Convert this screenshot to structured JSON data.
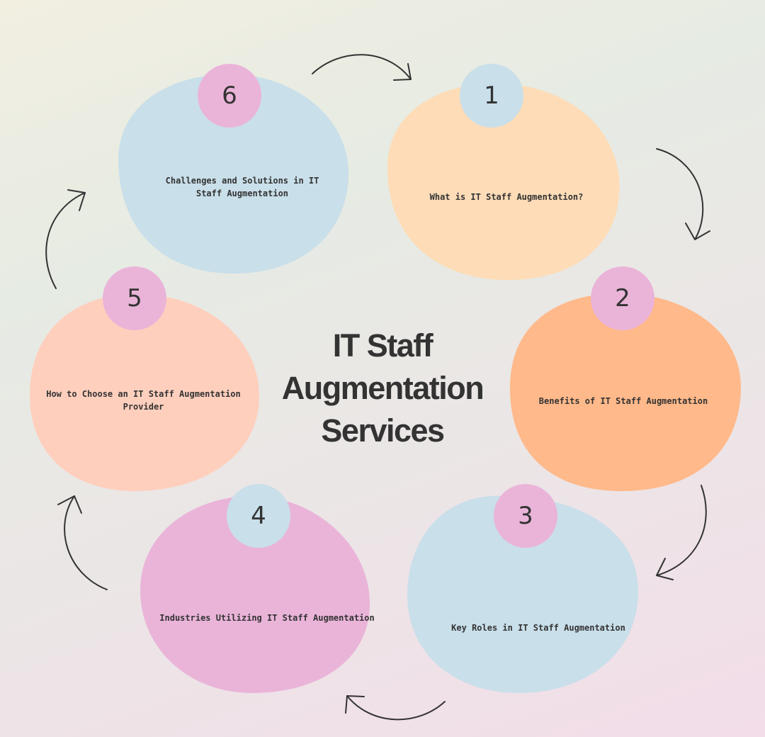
{
  "title": {
    "line1": "IT Staff",
    "line2": "Augmentation",
    "line3": "Services"
  },
  "steps": [
    {
      "number": "1",
      "label": "What is IT Staff Augmentation?"
    },
    {
      "number": "2",
      "label": "Benefits of IT Staff Augmentation"
    },
    {
      "number": "3",
      "label": "Key Roles in IT Staff Augmentation"
    },
    {
      "number": "4",
      "label": "Industries Utilizing IT Staff Augmentation"
    },
    {
      "number": "5",
      "label": "How to Choose an IT Staff Augmentation Provider"
    },
    {
      "number": "6",
      "label": "Challenges and Solutions in IT Staff Augmentation"
    }
  ],
  "colors": {
    "peach": "#fddcb7",
    "orange": "#ffb98a",
    "light_blue": "#c9dfea",
    "pink": "#eab4d9",
    "salmon": "#ffcfbd",
    "badge_pink": "#eab4d9",
    "badge_blue": "#c9dfea",
    "text": "#333333"
  }
}
